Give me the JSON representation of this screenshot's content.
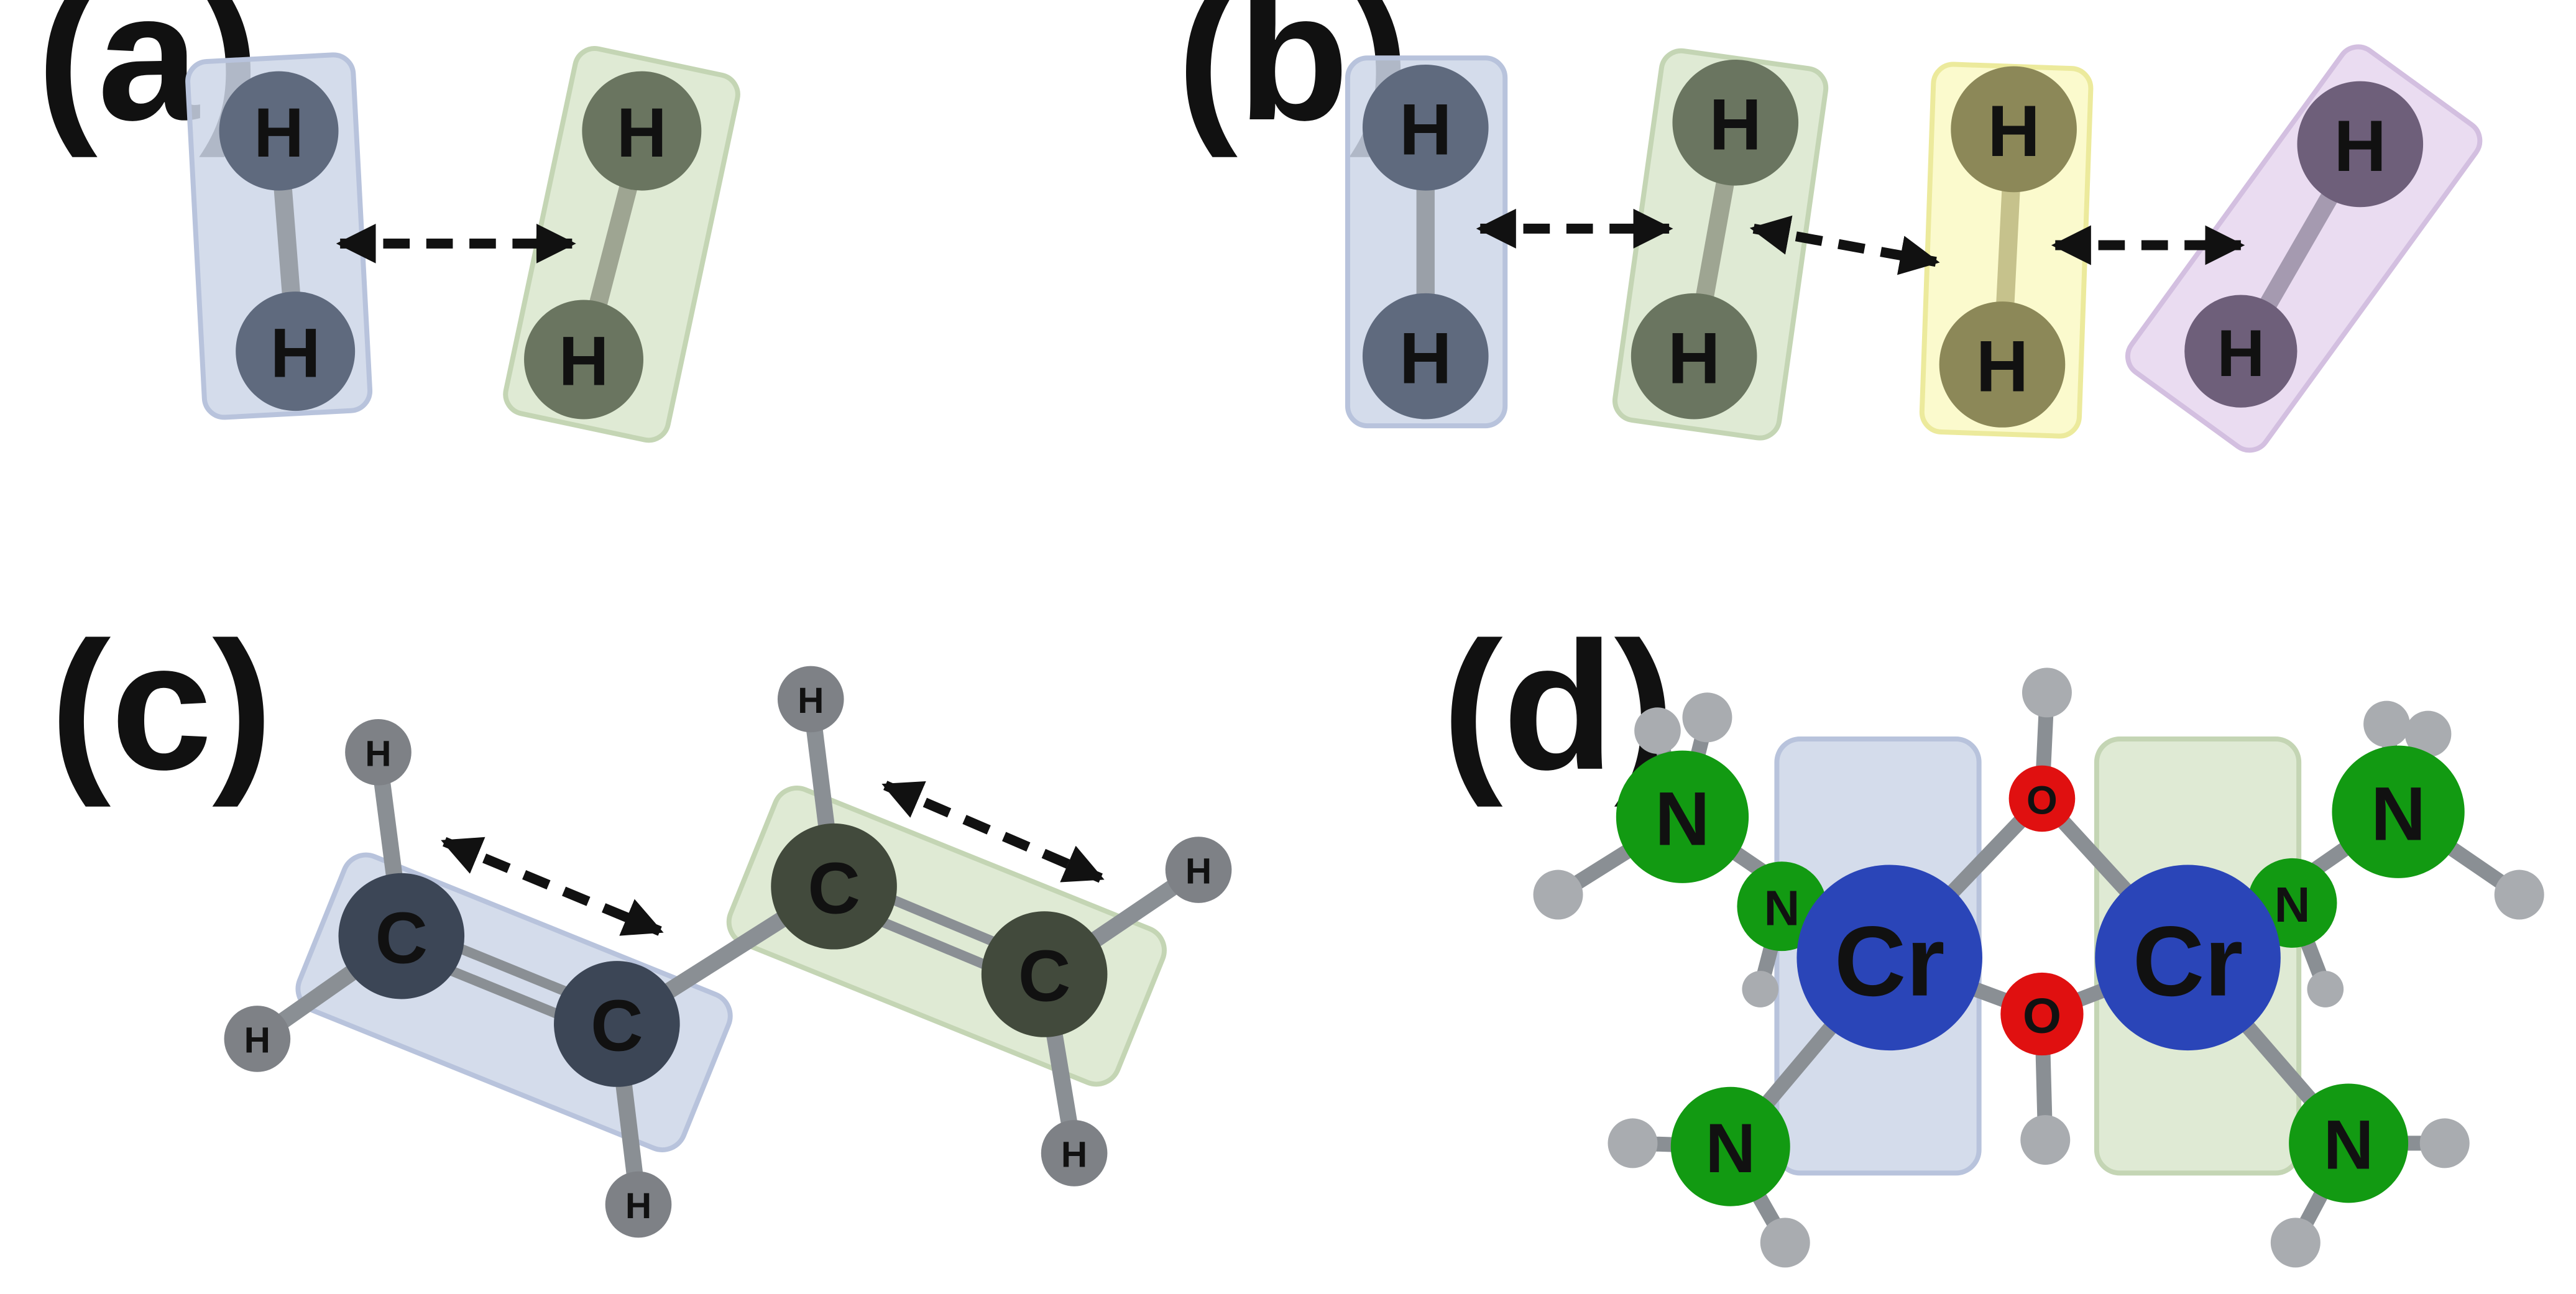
{
  "panels": [
    {
      "label": "(a)",
      "molecules": [
        {
          "color": "#cdd6e8",
          "atoms": [
            "H",
            "H"
          ],
          "atom_color": "#5f6a7e"
        },
        {
          "color": "#d9e6cc",
          "atoms": [
            "H",
            "H"
          ],
          "atom_color": "#6a7560"
        }
      ],
      "interactions": 1
    },
    {
      "label": "(b)",
      "molecules": [
        {
          "color": "#cdd6e8",
          "atoms": [
            "H",
            "H"
          ],
          "atom_color": "#5f6a7e"
        },
        {
          "color": "#d9e6cc",
          "atoms": [
            "H",
            "H"
          ],
          "atom_color": "#6a7560"
        },
        {
          "color": "#fbfac8",
          "atoms": [
            "H",
            "H"
          ],
          "atom_color": "#8c8858"
        },
        {
          "color": "#e6d6ee",
          "atoms": [
            "H",
            "H"
          ],
          "atom_color": "#6e5f7a"
        }
      ],
      "interactions": 3
    },
    {
      "label": "(c)",
      "fragments": [
        {
          "color": "#cdd6e8",
          "atoms": [
            "C",
            "C"
          ],
          "atom_color": "#3c4656"
        },
        {
          "color": "#d9e6cc",
          "atoms": [
            "C",
            "C"
          ],
          "atom_color": "#424a3c"
        }
      ],
      "hydrogens": [
        "H",
        "H",
        "H",
        "H",
        "H",
        "H"
      ],
      "interactions": 2
    },
    {
      "label": "(d)",
      "metals": [
        {
          "symbol": "Cr",
          "color": "#2a45b8"
        },
        {
          "symbol": "Cr",
          "color": "#2a45b8"
        }
      ],
      "bridges": [
        {
          "symbol": "O",
          "color": "#e01010"
        },
        {
          "symbol": "O",
          "color": "#e01010"
        }
      ],
      "ligands": [
        {
          "symbol": "N",
          "color": "#129a12"
        },
        {
          "symbol": "N",
          "color": "#129a12"
        },
        {
          "symbol": "N",
          "color": "#129a12"
        },
        {
          "symbol": "N",
          "color": "#129a12"
        },
        {
          "symbol": "N",
          "color": "#129a12"
        },
        {
          "symbol": "N",
          "color": "#129a12"
        }
      ],
      "highlight_colors": [
        "#cdd6e8",
        "#d9e6cc"
      ]
    }
  ]
}
